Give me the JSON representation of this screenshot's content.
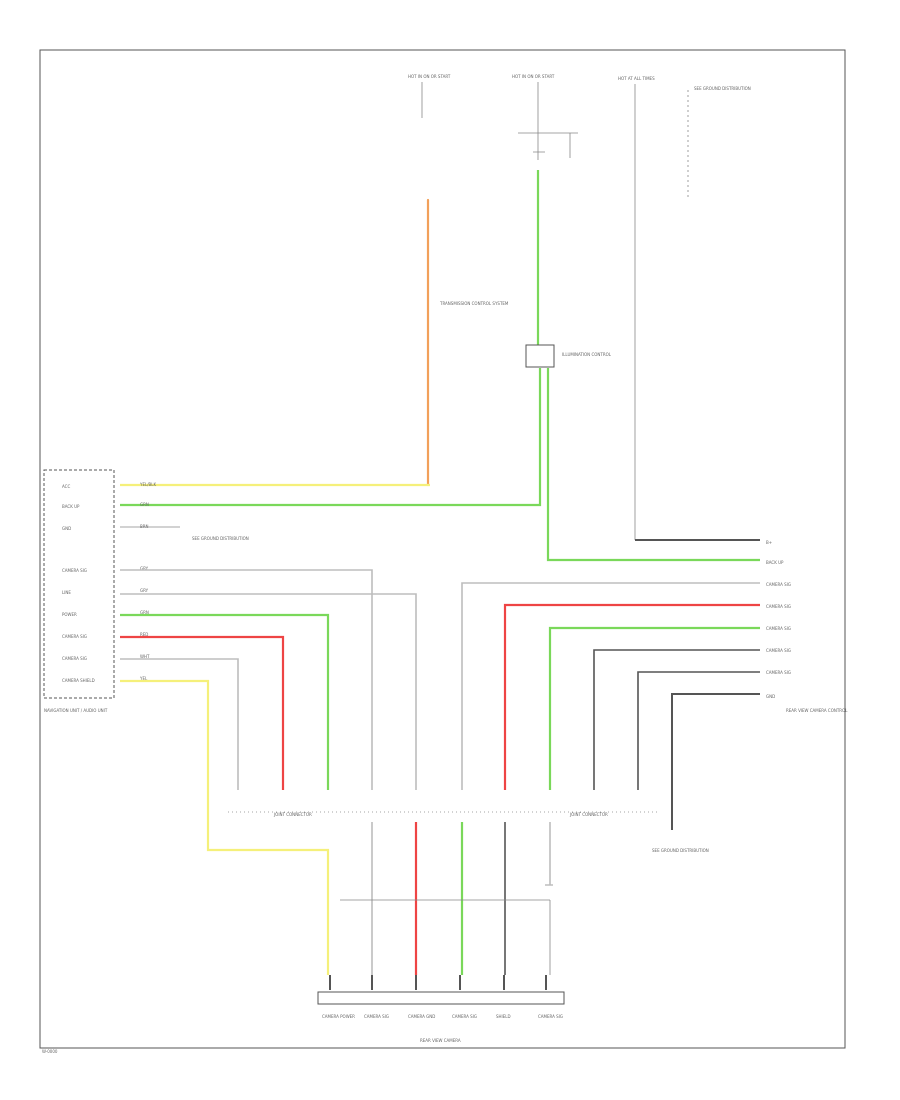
{
  "colors": {
    "yellow": "#f5f07a",
    "green": "#7ad85a",
    "red": "#ee4444",
    "orange": "#f2a05a",
    "gray": "#bdbdbd",
    "dark": "#555555",
    "blue": "#3b4fd8"
  },
  "top_labels": {
    "fuse_left": "HOT IN ON OR START",
    "fuse_mid": "HOT IN ON OR START",
    "fuse_right": "HOT AT ALL TIMES",
    "note_right": "SEE GROUND DISTRIBUTION",
    "mid_connector_note": "TRANSMISSION CONTROL SYSTEM",
    "relay_note": "ILLUMINATION CONTROL"
  },
  "left_module": {
    "label": "NAVIGATION UNIT / AUDIO UNIT",
    "pins": [
      "ACC",
      "BACK UP",
      "GND",
      "CAMERA SIG",
      "LINE",
      "POWER",
      "CAMERA SIG",
      "CAMERA SIG",
      "CAMERA SHIELD"
    ],
    "wire_codes": [
      "YEL/BLK",
      "GRN",
      "BRN",
      "GRY",
      "GRY",
      "GRN",
      "RED",
      "WHT",
      "YEL"
    ],
    "ground_note": "SEE GROUND DISTRIBUTION"
  },
  "right_module": {
    "label": "REAR VIEW CAMERA CONTROL",
    "pins": [
      "B+",
      "BACK UP",
      "CAMERA SIG",
      "CAMERA SIG",
      "CAMERA SIG",
      "CAMERA SIG",
      "CAMERA SIG",
      "GND"
    ],
    "ground_note": "SEE GROUND DISTRIBUTION"
  },
  "connectors": {
    "left_junction": "JOINT CONNECTOR",
    "right_junction": "JOINT CONNECTOR"
  },
  "bottom": {
    "label": "REAR VIEW CAMERA",
    "pins": [
      "CAMERA POWER",
      "CAMERA SIG",
      "CAMERA GND",
      "CAMERA SIG",
      "SHIELD",
      "CAMERA SIG"
    ]
  },
  "footer_code": "W-0000"
}
